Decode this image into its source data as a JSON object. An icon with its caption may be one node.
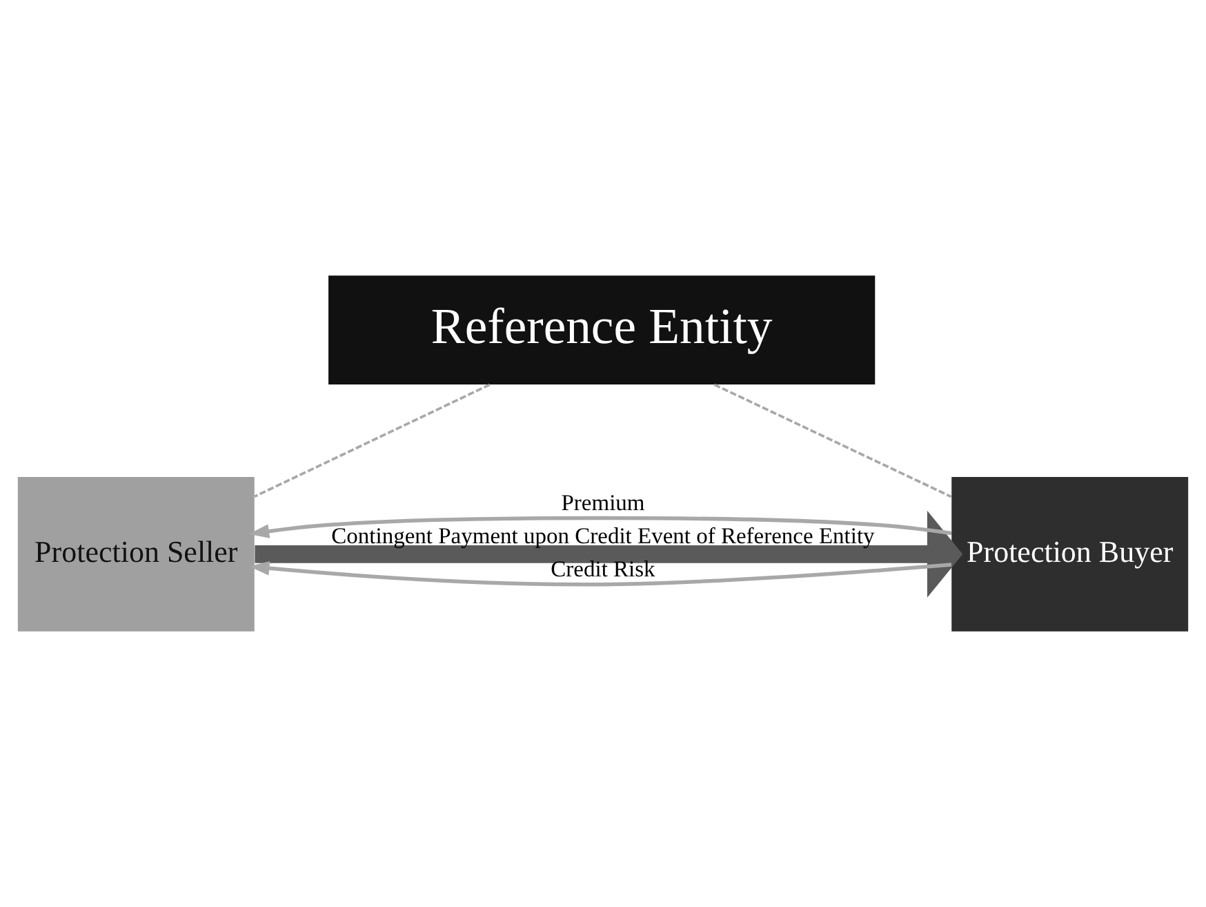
{
  "diagram": {
    "nodes": [
      {
        "text": [
          "Reference Entity"
        ]
      },
      {
        "text": [
          "Protection Seller"
        ]
      },
      {
        "text": [
          "Protection Buyer"
        ]
      }
    ],
    "edges": [
      {
        "from": 0,
        "to": 1,
        "arrow": "none",
        "style": "dashed"
      },
      {
        "from": 0,
        "to": 2,
        "arrow": "none",
        "style": "dashed"
      },
      {
        "from": 2,
        "to": 1,
        "arrow": "to",
        "label": "Premium"
      },
      {
        "from": 2,
        "to": 1,
        "arrow": "to",
        "label": "Credit Risk"
      },
      {
        "from": 1,
        "to": 2,
        "arrow": "to",
        "style": "thick",
        "color": "#5a5a5a",
        "label": "Contingent Payment upon Credit Event of Reference Entity"
      }
    ]
  }
}
